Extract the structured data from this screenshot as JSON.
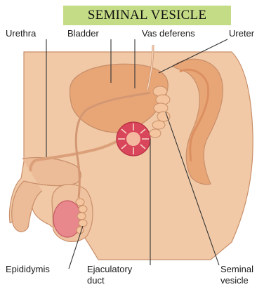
{
  "title": "SEMINAL VESICLE",
  "labels": {
    "urethra": "Urethra",
    "bladder": "Bladder",
    "vas_deferens": "Vas deferens",
    "ureter": "Ureter",
    "epididymis": "Epididymis",
    "ejaculatory_duct_line1": "Ejaculatory",
    "ejaculatory_duct_line2": "duct",
    "seminal_vesicle_line1": "Seminal",
    "seminal_vesicle_line2": "vesicle"
  },
  "colors": {
    "title_background": "#c5dc86",
    "body_tissue": "#f1c9a6",
    "organ": "#e8a677",
    "organ_dark": "#dc8f60",
    "prostate": "#d9455b",
    "testis": "#e8878c",
    "leader_line": "#333333"
  }
}
